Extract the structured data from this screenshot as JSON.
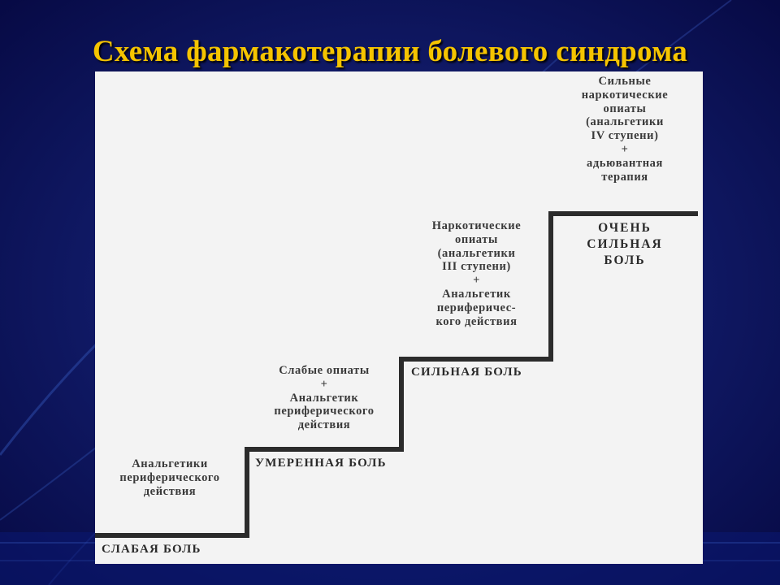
{
  "slide": {
    "title": "Схема фармакотерапии болевого синдрома"
  },
  "diagram": {
    "steps": [
      {
        "pain_level": "СЛАБАЯ БОЛЬ",
        "treatment": [
          "Анальгетики",
          "периферического",
          "действия"
        ]
      },
      {
        "pain_level": "УМЕРЕННАЯ БОЛЬ",
        "treatment": [
          "Слабые опиаты",
          "+",
          "Анальгетик",
          "периферического",
          "действия"
        ]
      },
      {
        "pain_level": "СИЛЬНАЯ БОЛЬ",
        "treatment": [
          "Наркотические",
          "опиаты",
          "(анальгетики",
          "III ступени)",
          "+",
          "Анальгетик",
          "периферичес-",
          "кого действия"
        ]
      },
      {
        "pain_level": [
          "ОЧЕНЬ",
          "СИЛЬНАЯ",
          "БОЛЬ"
        ],
        "treatment": [
          "Сильные",
          "наркотические",
          "опиаты",
          "(анальгетики",
          "IV ступени)",
          "+",
          "адьювантная",
          "терапия"
        ]
      }
    ]
  },
  "colors": {
    "background": "#0b0f5c",
    "title": "#f5c400",
    "panel": "#f3f3f3",
    "stair_line": "#2b2b2b"
  }
}
